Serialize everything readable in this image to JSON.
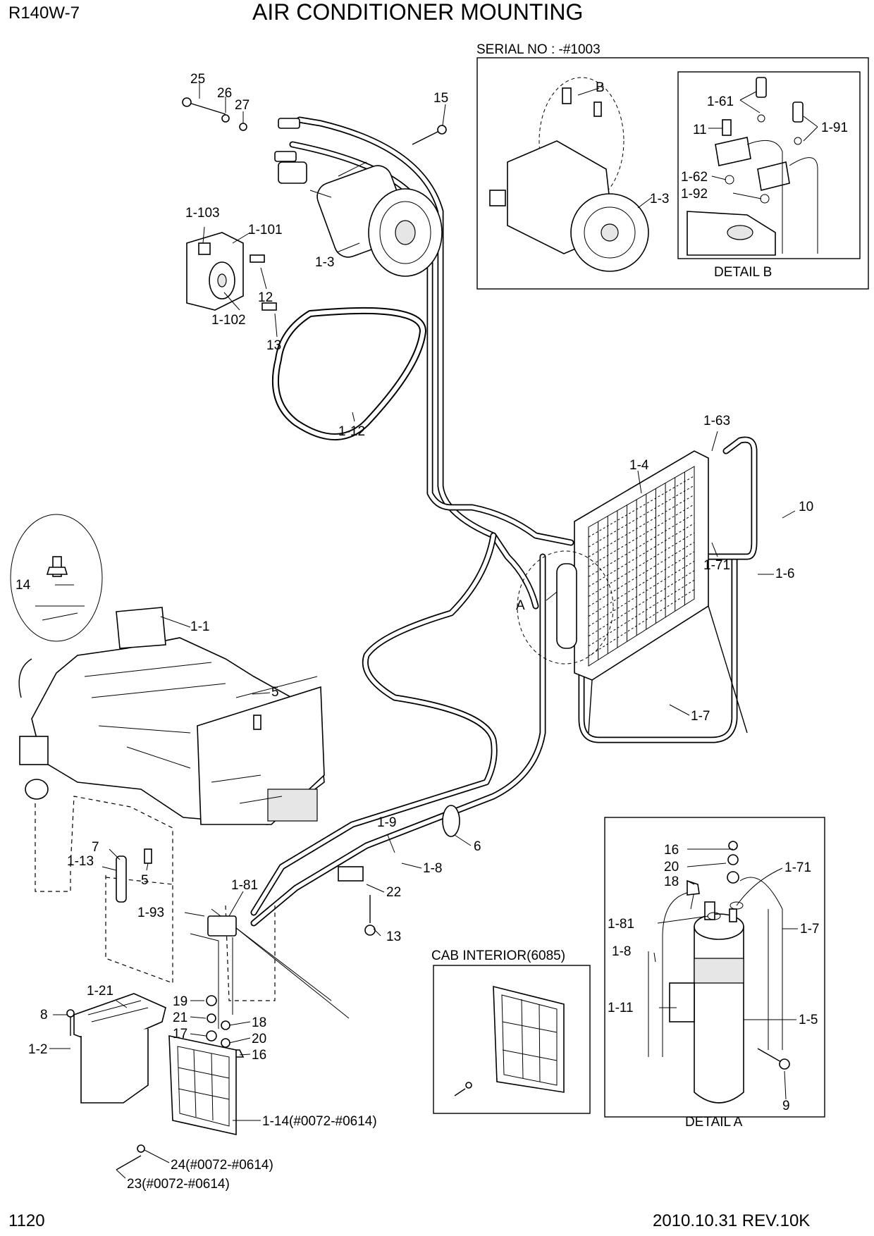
{
  "header": {
    "model": "R140W-7",
    "title": "AIR CONDITIONER MOUNTING",
    "page": "1120",
    "revision": "2010.10.31  REV.10K"
  },
  "boxes": {
    "serial": "SERIAL NO : -#1003",
    "detail_b": "DETAIL B",
    "cab_interior": "CAB INTERIOR(6085)",
    "detail_a": "DETAIL A"
  },
  "callouts": {
    "c25": "25",
    "c26": "26",
    "c27": "27",
    "c15": "15",
    "c1_3": "1-3",
    "c1_103": "1-103",
    "c1_101": "1-101",
    "c12": "12",
    "c1_102": "1-102",
    "c13a": "13",
    "c1_12": "1-12",
    "c1_63": "1-63",
    "c1_4": "1-4",
    "c10": "10",
    "c1_6": "1-6",
    "c1_71": "1-71",
    "c1_7": "1-7",
    "cA": "A",
    "c14": "14",
    "c1_1": "1-1",
    "c5a": "5",
    "c7": "7",
    "c1_13": "1-13",
    "c5b": "5",
    "c1_9": "1-9",
    "c6": "6",
    "c1_8": "1-8",
    "c22": "22",
    "c13b": "13",
    "c1_81": "1-81",
    "c1_93": "1-93",
    "c1_21": "1-21",
    "c8": "8",
    "c1_2": "1-2",
    "c19": "19",
    "c21": "21",
    "c17": "17",
    "c18": "18",
    "c20": "20",
    "c16": "16",
    "c1_14": "1-14(#0072-#0614)",
    "c24": "24(#0072-#0614)",
    "c23": "23(#0072-#0614)",
    "b_B": "B",
    "b1_3": "1-3",
    "b1_61": "1-61",
    "b11": "11",
    "b1_91": "1-91",
    "b1_62": "1-62",
    "b1_92": "1-92",
    "a16": "16",
    "a20": "20",
    "a18": "18",
    "a1_71": "1-71",
    "a1_81": "1-81",
    "a1_7": "1-7",
    "a1_8": "1-8",
    "a1_11": "1-11",
    "a1_5": "1-5",
    "a9": "9"
  }
}
